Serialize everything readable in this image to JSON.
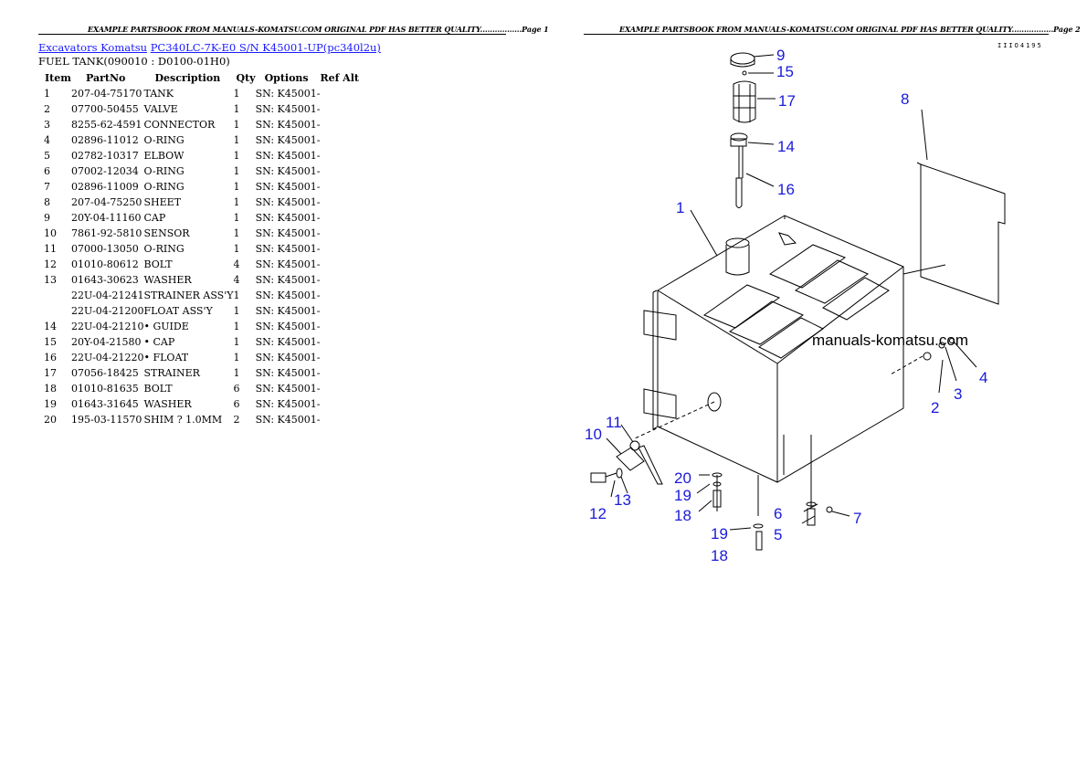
{
  "left_page": {
    "banner": "EXAMPLE PARTSBOOK FROM MANUALS-KOMATSU.COM ORIGINAL PDF HAS BETTER QUALITY.................Page 1",
    "breadcrumb": {
      "category": "Excavators Komatsu",
      "model": "PC340LC-7K-E0 S/N K45001-UP(pc340l2u)"
    },
    "section_title": "FUEL TANK(090010 : D0100-01H0)",
    "columns": [
      "Item",
      "PartNo",
      "Description",
      "Qty",
      "Options",
      "Ref Alt"
    ],
    "rows": [
      {
        "item": "1",
        "part": "207-04-75170",
        "desc": "TANK",
        "qty": "1",
        "opt": "SN: K45001-"
      },
      {
        "item": "2",
        "part": "07700-50455",
        "desc": "VALVE",
        "qty": "1",
        "opt": "SN: K45001-"
      },
      {
        "item": "3",
        "part": "8255-62-4591",
        "desc": "CONNECTOR",
        "qty": "1",
        "opt": "SN: K45001-"
      },
      {
        "item": "4",
        "part": "02896-11012",
        "desc": "O-RING",
        "qty": "1",
        "opt": "SN: K45001-"
      },
      {
        "item": "5",
        "part": "02782-10317",
        "desc": "ELBOW",
        "qty": "1",
        "opt": "SN: K45001-"
      },
      {
        "item": "6",
        "part": "07002-12034",
        "desc": "O-RING",
        "qty": "1",
        "opt": "SN: K45001-"
      },
      {
        "item": "7",
        "part": "02896-11009",
        "desc": "O-RING",
        "qty": "1",
        "opt": "SN: K45001-"
      },
      {
        "item": "8",
        "part": "207-04-75250",
        "desc": "SHEET",
        "qty": "1",
        "opt": "SN: K45001-"
      },
      {
        "item": "9",
        "part": "20Y-04-11160",
        "desc": "CAP",
        "qty": "1",
        "opt": "SN: K45001-"
      },
      {
        "item": "10",
        "part": "7861-92-5810",
        "desc": "SENSOR",
        "qty": "1",
        "opt": "SN: K45001-"
      },
      {
        "item": "11",
        "part": "07000-13050",
        "desc": "O-RING",
        "qty": "1",
        "opt": "SN: K45001-"
      },
      {
        "item": "12",
        "part": "01010-80612",
        "desc": "BOLT",
        "qty": "4",
        "opt": "SN: K45001-"
      },
      {
        "item": "13",
        "part": "01643-30623",
        "desc": "WASHER",
        "qty": "4",
        "opt": "SN: K45001-"
      },
      {
        "item": "",
        "part": "22U-04-21241",
        "desc": "STRAINER ASS'Y",
        "qty": "1",
        "opt": "SN: K45001-"
      },
      {
        "item": "",
        "part": "22U-04-21200",
        "desc": "FLOAT ASS'Y",
        "qty": "1",
        "opt": "SN: K45001-"
      },
      {
        "item": "14",
        "part": "22U-04-21210",
        "desc": "• GUIDE",
        "qty": "1",
        "opt": "SN: K45001-"
      },
      {
        "item": "15",
        "part": "20Y-04-21580",
        "desc": "• CAP",
        "qty": "1",
        "opt": "SN: K45001-"
      },
      {
        "item": "16",
        "part": "22U-04-21220",
        "desc": "• FLOAT",
        "qty": "1",
        "opt": "SN: K45001-"
      },
      {
        "item": "17",
        "part": "07056-18425",
        "desc": "STRAINER",
        "qty": "1",
        "opt": "SN: K45001-"
      },
      {
        "item": "18",
        "part": "01010-81635",
        "desc": "BOLT",
        "qty": "6",
        "opt": "SN: K45001-"
      },
      {
        "item": "19",
        "part": "01643-31645",
        "desc": "WASHER",
        "qty": "6",
        "opt": "SN: K45001-"
      },
      {
        "item": "20",
        "part": "195-03-11570",
        "desc": "SHIM ? 1.0MM",
        "qty": "2",
        "opt": "SN: K45001-"
      }
    ]
  },
  "right_page": {
    "banner": "EXAMPLE PARTSBOOK FROM MANUALS-KOMATSU.COM ORIGINAL PDF HAS BETTER QUALITY.................Page 2",
    "drawing_code": "IIIO4195",
    "watermark": "manuals-komatsu.com",
    "callouts": {
      "c1": "1",
      "c2": "2",
      "c3": "3",
      "c4": "4",
      "c5": "5",
      "c6": "6",
      "c7": "7",
      "c8": "8",
      "c9": "9",
      "c10": "10",
      "c11": "11",
      "c12": "12",
      "c13": "13",
      "c14": "14",
      "c15": "15",
      "c16": "16",
      "c17": "17",
      "c18a": "18",
      "c18b": "18",
      "c19a": "19",
      "c19b": "19",
      "c20": "20"
    }
  },
  "colors": {
    "link": "#1a1aff",
    "callout": "#1a1ad8"
  }
}
